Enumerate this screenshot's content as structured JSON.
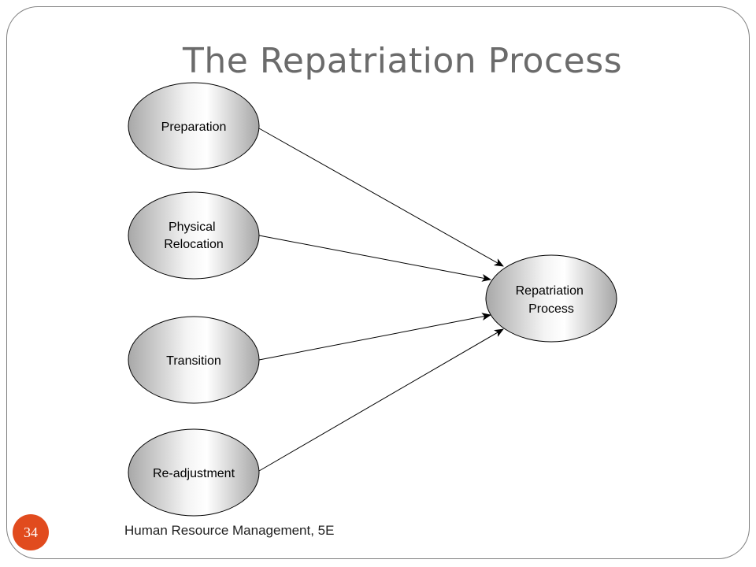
{
  "slide": {
    "title": "The Repatriation Process",
    "footer": "Human Resource Management, 5E",
    "page_number": "34",
    "accent_color": "#e14b1e"
  },
  "diagram": {
    "sources": [
      {
        "id": "preparation",
        "lines": [
          "Preparation"
        ]
      },
      {
        "id": "physical-relocation",
        "lines": [
          "Physical",
          "Relocation"
        ]
      },
      {
        "id": "transition",
        "lines": [
          "Transition"
        ]
      },
      {
        "id": "re-adjustment",
        "lines": [
          "Re-adjustment"
        ]
      }
    ],
    "target": {
      "id": "repatriation-process",
      "lines": [
        "Repatriation",
        "Process"
      ]
    },
    "edges": [
      {
        "from": "preparation",
        "to": "repatriation-process"
      },
      {
        "from": "physical-relocation",
        "to": "repatriation-process"
      },
      {
        "from": "transition",
        "to": "repatriation-process"
      },
      {
        "from": "re-adjustment",
        "to": "repatriation-process"
      }
    ]
  }
}
